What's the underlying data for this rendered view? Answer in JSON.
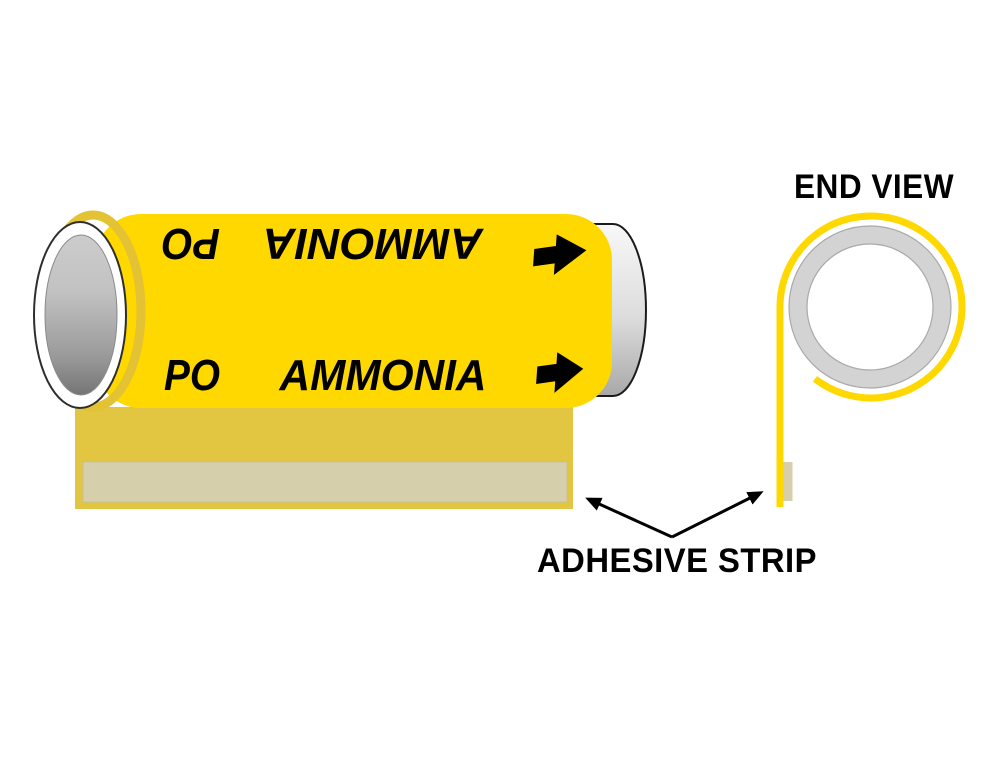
{
  "diagram": {
    "pipe_marker": {
      "legend_prefix": "PO",
      "legend_name": "AMMONIA",
      "flow_arrow_icon": "right-arrow",
      "legend_copies": 2,
      "top_copy_orientation": "inverted"
    },
    "end_view": {
      "title": "END VIEW"
    },
    "callout": {
      "label": "ADHESIVE STRIP"
    }
  },
  "colors": {
    "label_yellow": "#FFD800",
    "label_edge_yellow": "#E3C233",
    "strip_yellow": "#E2C540",
    "adhesive_tan": "#D5D0AB",
    "pipe_gray": "#D3D3D3",
    "text_black": "#000000"
  }
}
